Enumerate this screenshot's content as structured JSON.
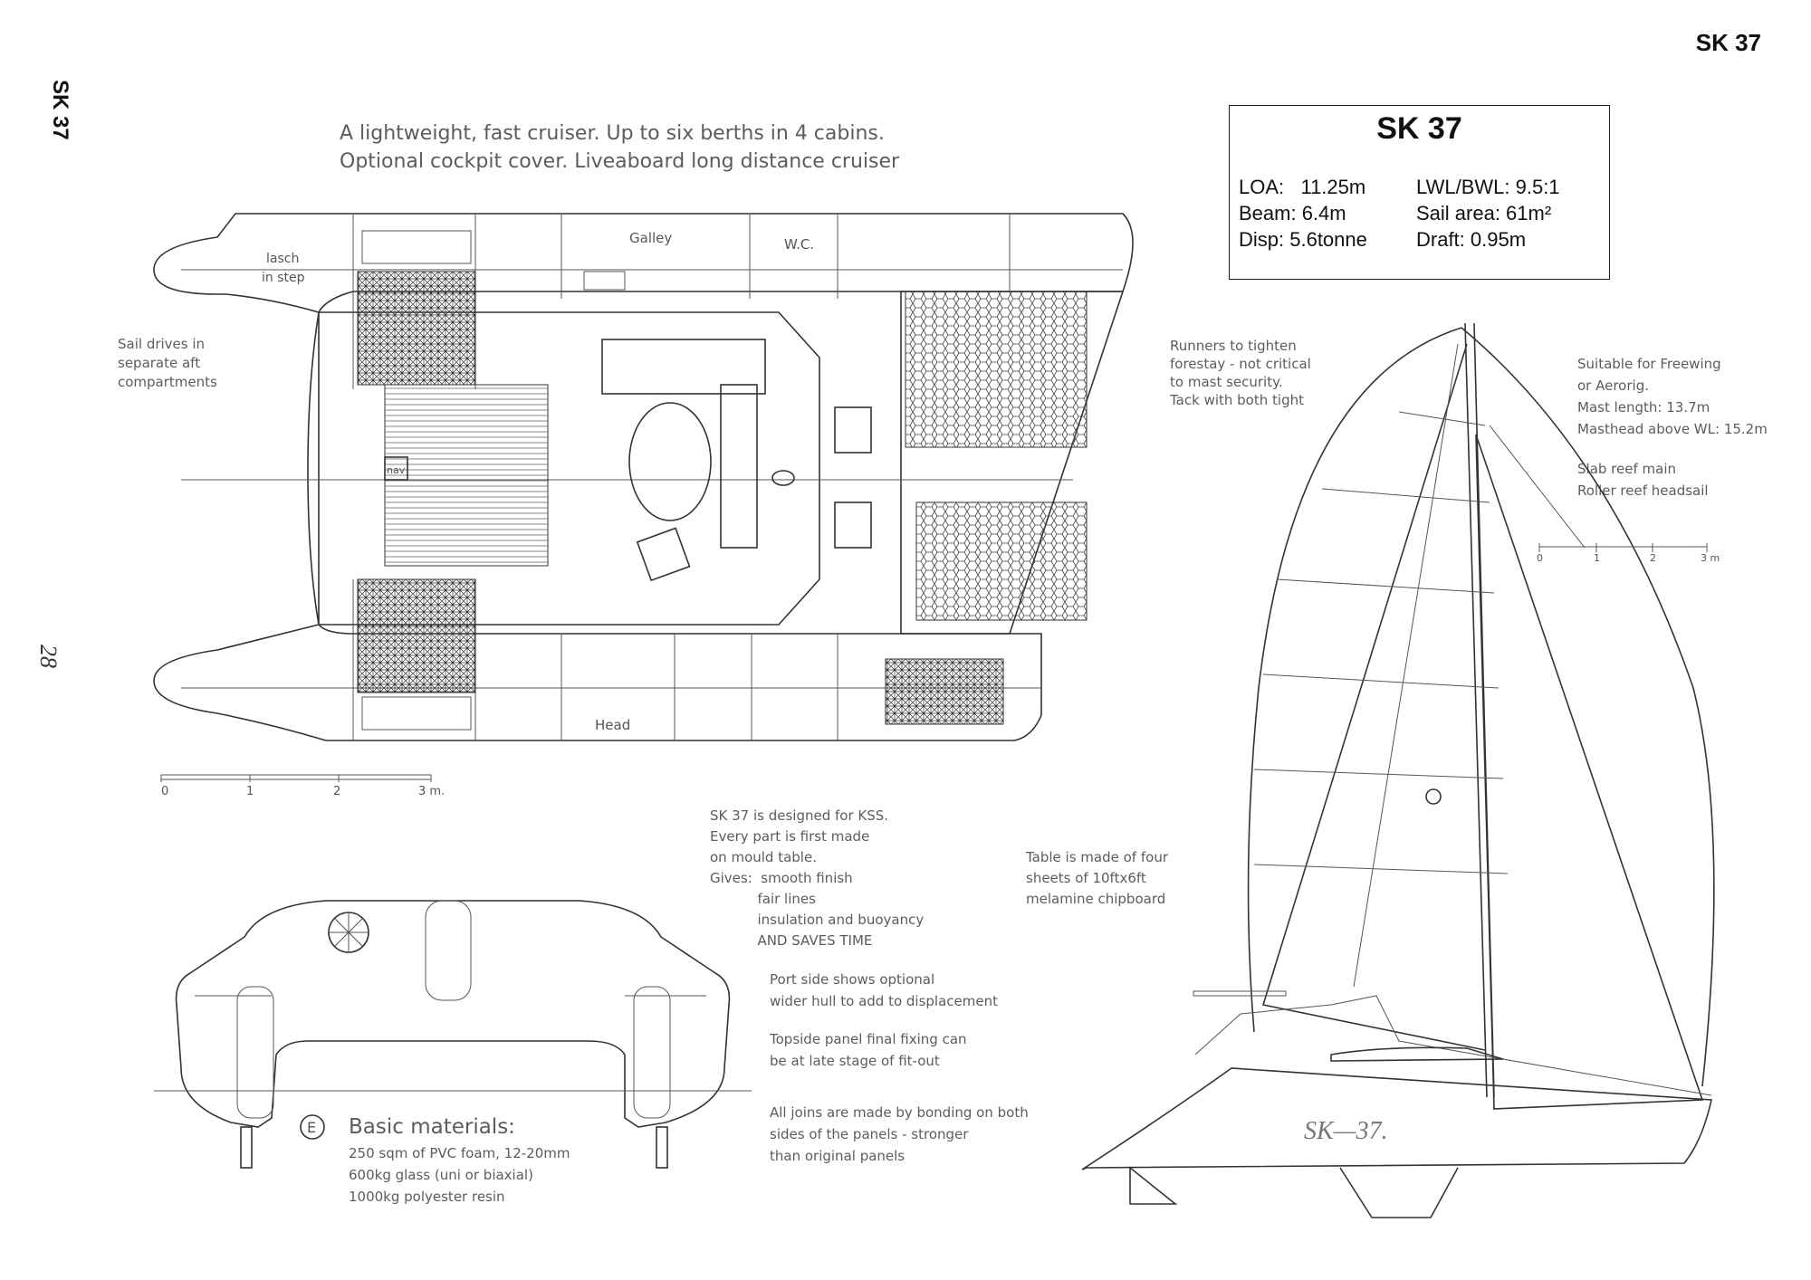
{
  "page": {
    "corner_title": "SK 37",
    "side_title": "SK 37",
    "page_number": "28"
  },
  "intro": {
    "line1": "A lightweight, fast cruiser. Up to six berths in 4 cabins.",
    "line2": "Optional cockpit cover. Liveaboard long distance cruiser"
  },
  "specs": {
    "title": "SK 37",
    "loa": "LOA:   11.25m",
    "lwl_bwl": "LWL/BWL: 9.5:1",
    "beam": "Beam: 6.4m",
    "sail_area": "Sail area: 61m²",
    "disp": "Disp: 5.6tonne",
    "draft": "Draft: 0.95m"
  },
  "plan_labels": {
    "galley": "Galley",
    "wc": "W.C.",
    "lasch": "lasch",
    "in_step": "in step",
    "head": "Head",
    "nav": "nav"
  },
  "notes": {
    "sail_drives": [
      "Sail drives in",
      "separate aft",
      "compartments"
    ],
    "runners": [
      "Runners to tighten",
      "forestay - not critical",
      "to mast security.",
      "Tack with both tight"
    ],
    "suitable": [
      "Suitable for Freewing",
      "or Aerorig.",
      "Mast length: 13.7m",
      "Masthead above WL: 15.2m"
    ],
    "reef": [
      "Slab reef main",
      "Roller reef headsail"
    ],
    "table": [
      "Table is made of four",
      "sheets of 10ftx6ft",
      "melamine chipboard"
    ],
    "design": [
      "SK 37 is designed for KSS.",
      "Every part is first made",
      "on mould table.",
      "Gives:  smooth finish",
      "           fair lines",
      "           insulation and buoyancy",
      "           AND SAVES TIME"
    ],
    "port": [
      "Port side shows optional",
      "wider hull to add to displacement"
    ],
    "topside": [
      "Topside panel final fixing can",
      "be at late stage of fit-out"
    ],
    "joins": [
      "All joins are made by bonding on both",
      "sides of the panels - stronger",
      "than original panels"
    ],
    "materials_head": "Basic materials:",
    "materials": [
      "250 sqm of PVC foam, 12-20mm",
      "600kg glass (uni or biaxial)",
      "1000kg polyester resin"
    ]
  },
  "scales": {
    "plan": [
      "0",
      "1",
      "2",
      "3 m."
    ],
    "rig": [
      "0",
      "1",
      "2",
      "3 m"
    ]
  },
  "section_marker": "E",
  "hull_lettering": "SK—37."
}
